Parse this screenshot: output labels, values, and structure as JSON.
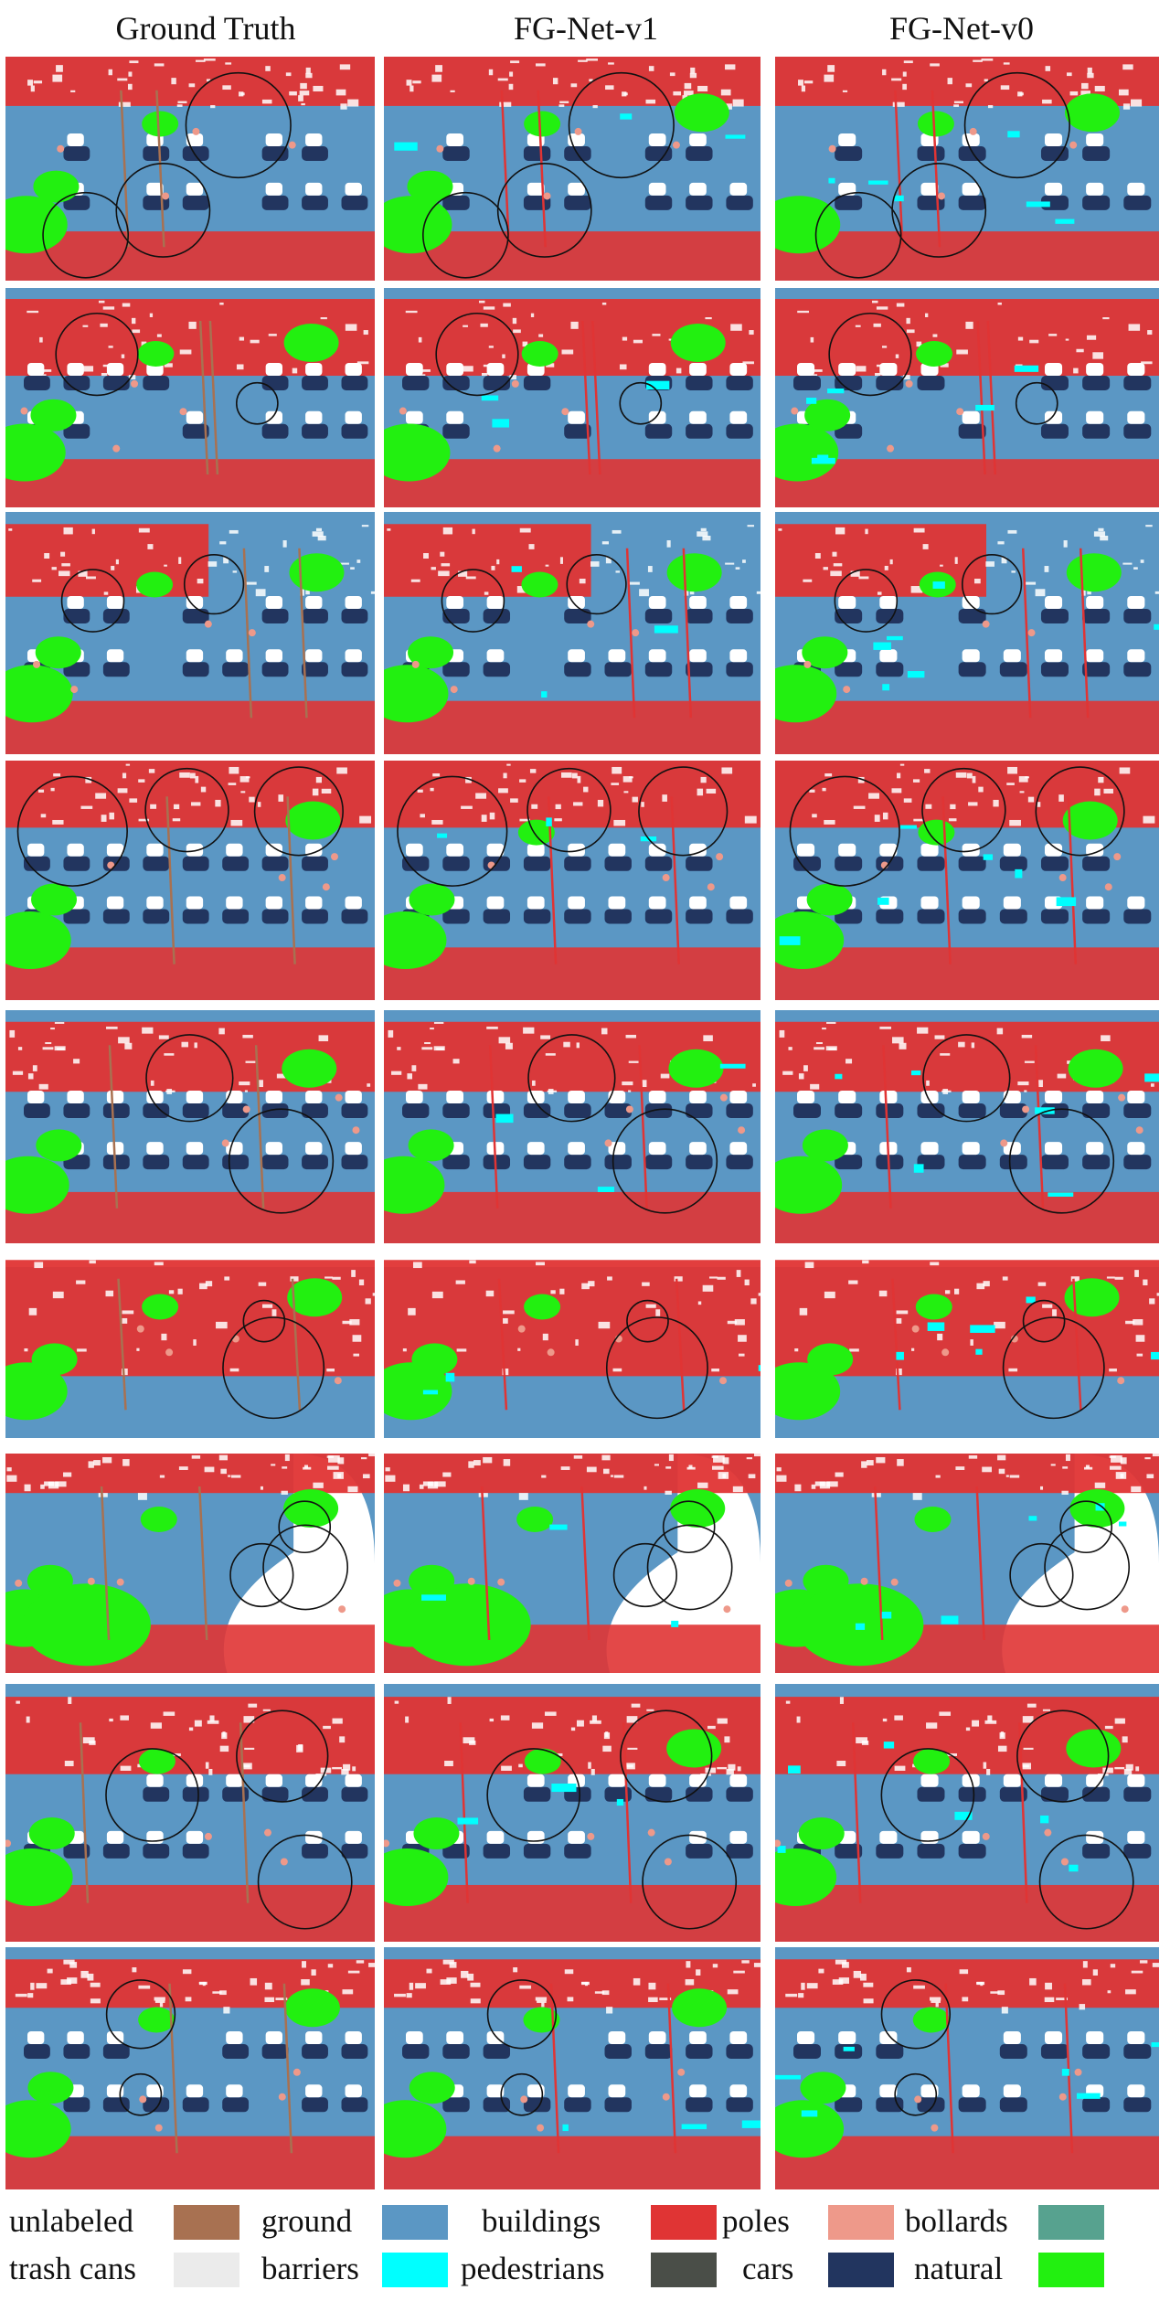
{
  "columns": [
    {
      "title": "Ground Truth"
    },
    {
      "title": "FG-Net-v1"
    },
    {
      "title": "FG-Net-v0"
    }
  ],
  "rows": 9,
  "legend": [
    {
      "label": "unlabeled",
      "color": "#ffffff"
    },
    {
      "label": "ground",
      "color": "#5b97c4"
    },
    {
      "label": "buildings",
      "color": "#e03434"
    },
    {
      "label": "poles",
      "color": "#ee998a"
    },
    {
      "label": "bollards",
      "color": "#57a28f"
    },
    {
      "label": "trash cans",
      "color": "#a87151"
    },
    {
      "label": "barriers",
      "color": "#ebebeb"
    },
    {
      "label": "pedestrians",
      "color": "#00ffff"
    },
    {
      "label": "cars",
      "color": "#4a4e48"
    },
    {
      "label": "natural",
      "color": "#22355f"
    }
  ],
  "palette": {
    "ground": "#5b97c4",
    "buildings": "#e03434",
    "cars": "#22355f",
    "natural": "#22f010",
    "barriers": "#ebebeb",
    "pedestrians": "#00ffff",
    "poles": "#ee998a",
    "trash_cans": "#a87151"
  }
}
